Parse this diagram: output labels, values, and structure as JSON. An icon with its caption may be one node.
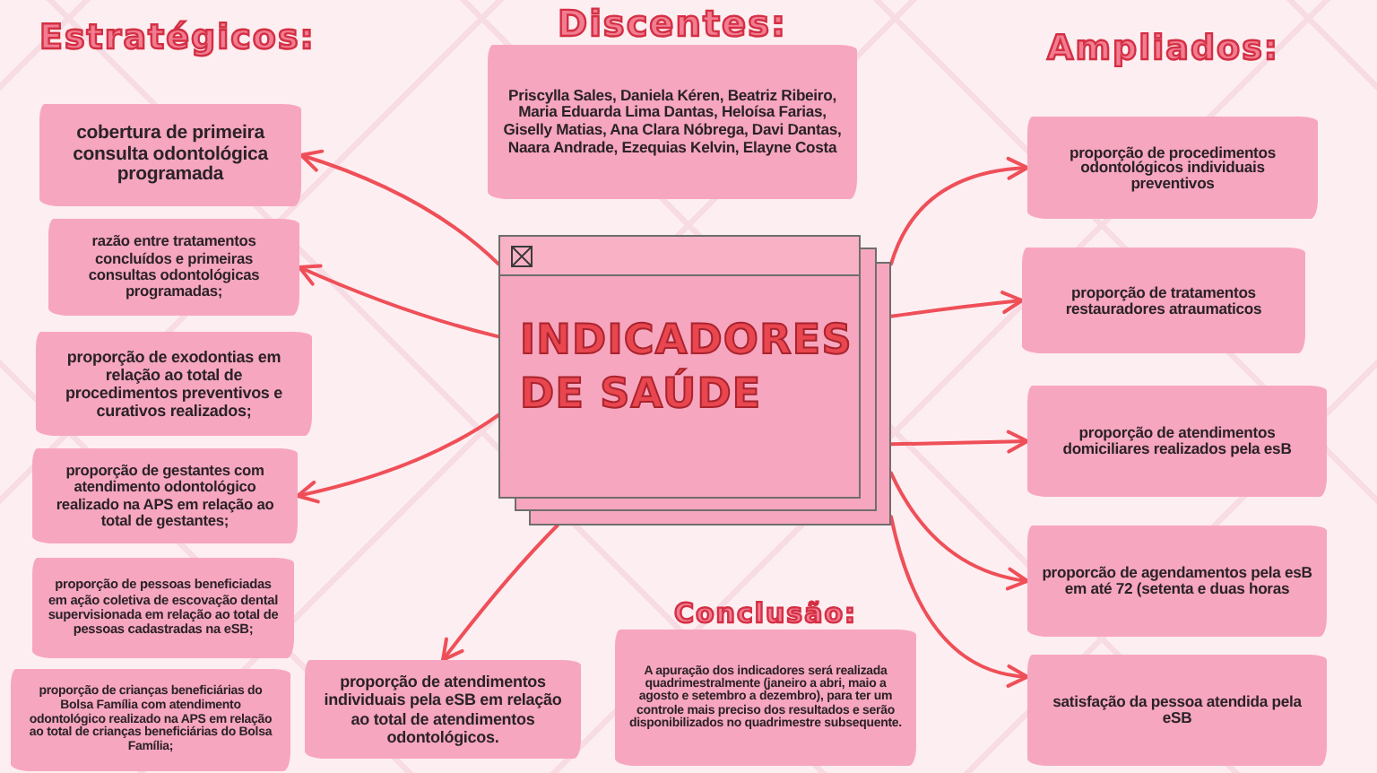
{
  "diagram": {
    "nodes": [
      {
        "text": [
          "Discentes:",
          "Priscylla Sales, Daniela Kéren, Beatriz Ribeiro, Maria Eduarda Lima Dantas, Heloísa Farias, Giselly Matias, Ana Clara Nóbrega, Davi Dantas, Naara Andrade, Ezequias Kelvin, Elayne Costa"
        ]
      },
      {
        "text": [
          "INDICADORES DE SAÚDE"
        ]
      },
      {
        "text": [
          "cobertura de primeira consulta odontológica programada"
        ]
      },
      {
        "text": [
          "razão entre tratamentos concluídos e primeiras consultas odontológicas programadas;"
        ]
      },
      {
        "text": [
          "proporção de exodontias em relação ao total de procedimentos preventivos e curativos realizados;"
        ]
      },
      {
        "text": [
          "proporção de gestantes com atendimento odontológico realizado na APS em relação ao total de gestantes;"
        ]
      },
      {
        "text": [
          "proporção de pessoas beneficiadas em ação coletiva de escovação dental supervisionada em relação ao total de pessoas cadastradas na eSB;"
        ]
      },
      {
        "text": [
          "proporção de crianças beneficiárias do Bolsa Família com atendimento odontológico realizado na APS em relação ao total de crianças beneficiárias do Bolsa Família;"
        ]
      },
      {
        "text": [
          "proporção de atendimentos individuais pela eSB em relação ao total de atendimentos odontológicos."
        ]
      },
      {
        "text": [
          "Conclusão:",
          "A apuração dos indicadores será realizada quadrimestralmente (janeiro a abri, maio a agosto e setembro a dezembro), para ter um controle mais preciso dos resultados e serão disponibilizados no quadrimestre subsequente."
        ]
      },
      {
        "text": [
          "proporção de procedimentos odontológicos individuais preventivos"
        ]
      },
      {
        "text": [
          "proporção de tratamentos restauradores atraumaticos"
        ]
      },
      {
        "text": [
          "proporção de atendimentos domiciliares realizados pela esB"
        ]
      },
      {
        "text": [
          "proporcão de agendamentos pela esB em até 72 (setenta e duas horas"
        ]
      },
      {
        "text": [
          "satisfação da pessoa atendida pela eSB"
        ]
      }
    ],
    "edges": [
      {
        "from": 1,
        "to": 2,
        "arrow": "to"
      },
      {
        "from": 1,
        "to": 3,
        "arrow": "to"
      },
      {
        "from": 1,
        "to": 5,
        "arrow": "to"
      },
      {
        "from": 1,
        "to": 8,
        "arrow": "to"
      },
      {
        "from": 1,
        "to": 10,
        "arrow": "to"
      },
      {
        "from": 1,
        "to": 11,
        "arrow": "to"
      },
      {
        "from": 1,
        "to": 12,
        "arrow": "to"
      },
      {
        "from": 1,
        "to": 13,
        "arrow": "to"
      },
      {
        "from": 1,
        "to": 14,
        "arrow": "to"
      }
    ],
    "labels": [
      "Estratégicos:",
      "Ampliados:"
    ]
  }
}
